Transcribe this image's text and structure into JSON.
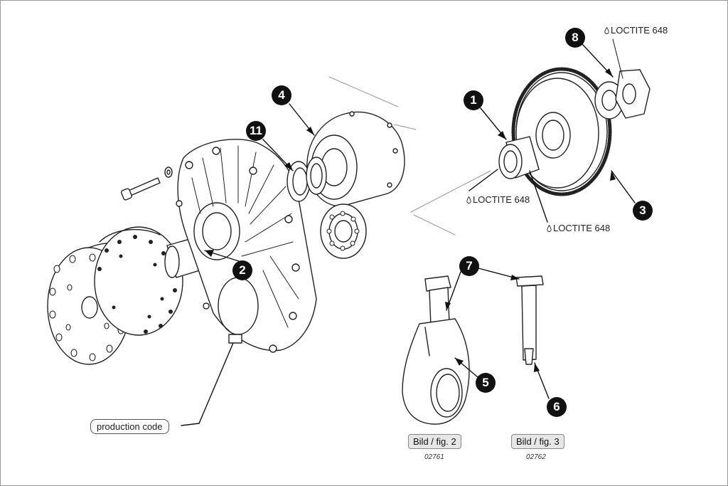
{
  "diagram": {
    "callouts": [
      {
        "id": "c1",
        "label": "1"
      },
      {
        "id": "c2",
        "label": "2"
      },
      {
        "id": "c3",
        "label": "3"
      },
      {
        "id": "c4",
        "label": "4"
      },
      {
        "id": "c5",
        "label": "5"
      },
      {
        "id": "c6",
        "label": "6"
      },
      {
        "id": "c7",
        "label": "7"
      },
      {
        "id": "c8",
        "label": "8"
      },
      {
        "id": "c11",
        "label": "11"
      }
    ],
    "loctite_label": "LOCTITE 648",
    "production_code_label": "production code",
    "figures": [
      {
        "caption": "Bild / fig. 2",
        "code": "02761"
      },
      {
        "caption": "Bild / fig. 3",
        "code": "02762"
      }
    ]
  }
}
